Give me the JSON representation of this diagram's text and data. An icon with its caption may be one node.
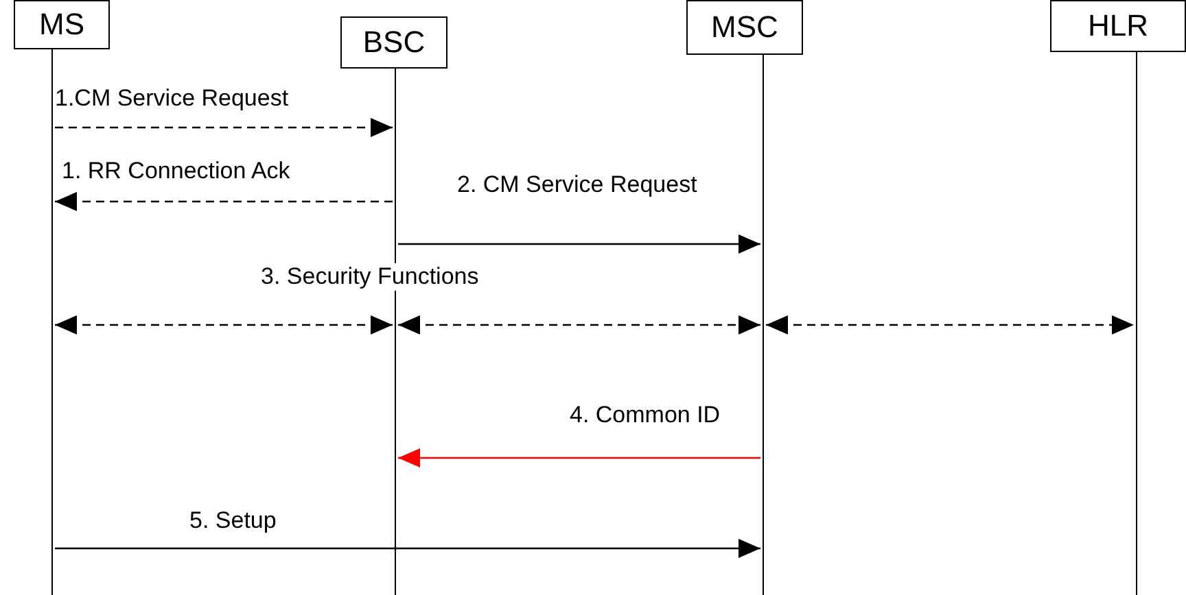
{
  "diagram": {
    "nodes": [
      {
        "text": [
          "MS"
        ]
      },
      {
        "text": [
          "BSC"
        ]
      },
      {
        "text": [
          "MSC"
        ]
      },
      {
        "text": [
          "HLR"
        ]
      }
    ],
    "edges": [
      {
        "from": 0,
        "to": 1,
        "arrow": "to",
        "style": "dashed",
        "label": "1.CM Service Request"
      },
      {
        "from": 1,
        "to": 0,
        "arrow": "to",
        "style": "dashed",
        "label": "1. RR Connection Ack"
      },
      {
        "from": 1,
        "to": 2,
        "arrow": "to",
        "label": "2. CM Service Request"
      },
      {
        "from": 0,
        "to": 1,
        "arrow": "both",
        "style": "dashed"
      },
      {
        "from": 1,
        "to": 2,
        "arrow": "both",
        "style": "dashed"
      },
      {
        "from": 2,
        "to": 3,
        "arrow": "both",
        "style": "dashed"
      },
      {
        "from": 2,
        "to": 1,
        "arrow": "to",
        "color": "#ff0000",
        "label": "4. Common ID"
      },
      {
        "from": 0,
        "to": 2,
        "arrow": "to",
        "label": "5. Setup"
      }
    ],
    "labels": [
      "3. Security Functions"
    ]
  }
}
